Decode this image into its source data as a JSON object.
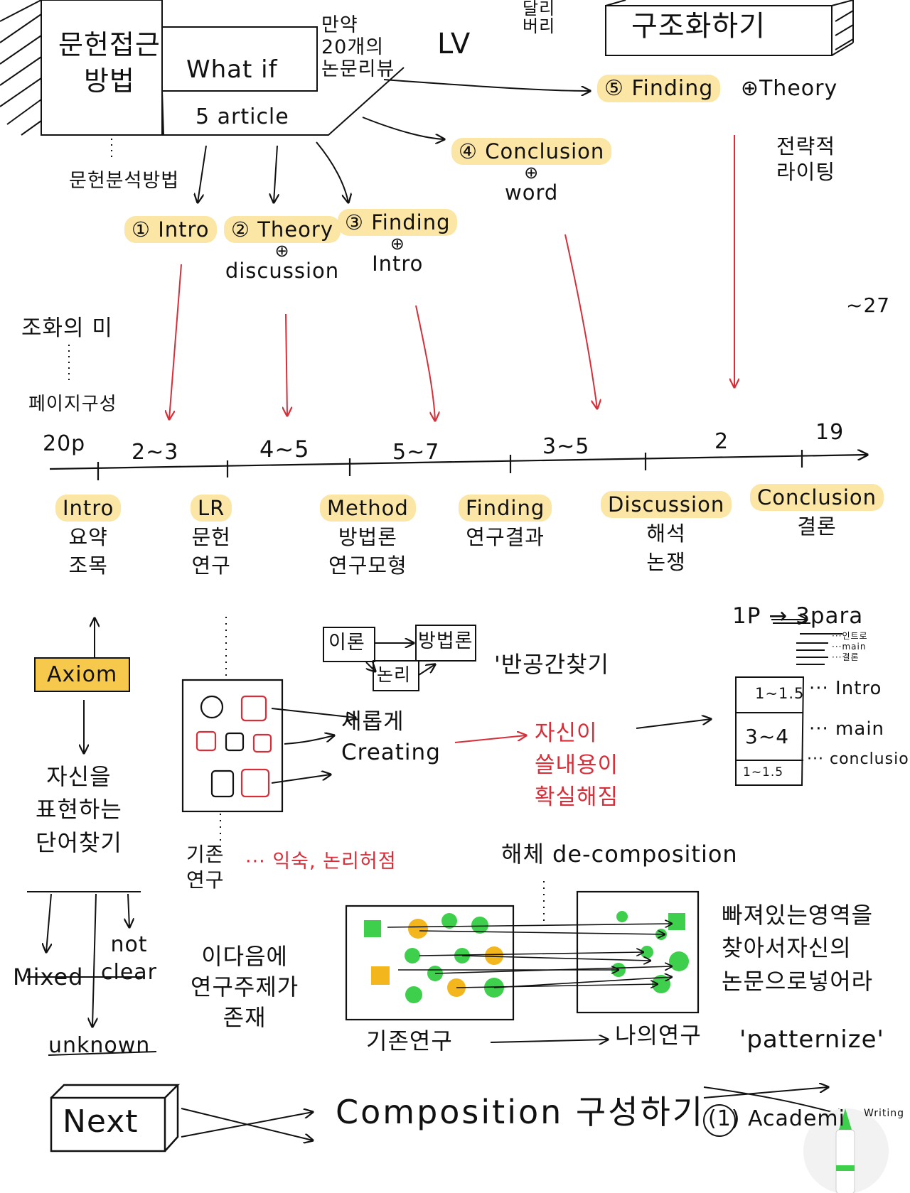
{
  "colors": {
    "ink": "#111111",
    "red": "#d62f3a",
    "highlight": "#fbe6a6",
    "axiom": "#f6c84b",
    "green": "#3ecf4d",
    "yellow": "#f4b61d"
  },
  "top": {
    "method_box": [
      "문헌접근",
      "방법"
    ],
    "what_if": "What if",
    "if_20": [
      "만약",
      "20개의",
      "논문리뷰"
    ],
    "lv": "LV",
    "five_article": "5 article",
    "analysis_method": "문헌분석방법",
    "top_right_small": [
      "달리",
      "버리"
    ],
    "structure_box": "구조화하기",
    "strategic_writing": [
      "전략적",
      "라이팅"
    ],
    "steps": {
      "s1": "① Intro",
      "s2": "② Theory",
      "s2_plus": "⊕",
      "s2_b": "discussion",
      "s3": "③ Finding",
      "s3_plus": "⊕",
      "s3_b": "Intro",
      "s4": "④ Conclusion",
      "s4_plus": "⊕",
      "s4_b": "word",
      "s5": "⑤ Finding",
      "s5_b": "⊕Theory"
    },
    "harmony": "조화의 미",
    "page_composition": "페이지구성",
    "note_27": "~27"
  },
  "timeline": {
    "start": "20p",
    "ranges": [
      "2~3",
      "4~5",
      "5~7",
      "3~5",
      "2",
      "19"
    ],
    "sections": [
      {
        "name": "Intro",
        "sub": [
          "요약",
          "조목"
        ]
      },
      {
        "name": "LR",
        "sub": [
          "문헌",
          "연구"
        ]
      },
      {
        "name": "Method",
        "sub": [
          "방법론",
          "연구모형"
        ]
      },
      {
        "name": "Finding",
        "sub": [
          "연구결과"
        ]
      },
      {
        "name": "Discussion",
        "sub": [
          "해석",
          "논쟁"
        ]
      },
      {
        "name": "Conclusion",
        "sub": [
          "결론"
        ]
      }
    ]
  },
  "middle": {
    "axiom": "Axiom",
    "express_words": [
      "자신을",
      "표현하는",
      "단어찾기"
    ],
    "branches": {
      "mixed": "Mixed",
      "not_clear": [
        "not",
        "clear"
      ],
      "unknown": "unknown"
    },
    "research_topic": [
      "이다음에",
      "연구주제가",
      "존재"
    ],
    "existing_research": [
      "기존",
      "연구"
    ],
    "familiar": "··· 익숙, 논리허점",
    "theory": "이론",
    "methodology": "방법론",
    "logic": "논리",
    "find_gap": "'반공간찾기",
    "new_creating": [
      "새롭게",
      "Creating"
    ],
    "clearer": [
      "자신이",
      "쓸내용이",
      "확실해짐"
    ],
    "one_page": "1P → 3para",
    "para_notes": [
      "···인트로",
      "···main",
      "···결론"
    ],
    "para_rows": [
      {
        "range": "1~1.5",
        "label": "··· Intro"
      },
      {
        "range": "3~4",
        "label": "··· main"
      },
      {
        "range": "1~1.5",
        "label": "··· conclusion"
      }
    ],
    "decomposition": "해체 de-composition",
    "gap_text": [
      "빠져있는영역을",
      "찾아서자신의",
      "논문으로넣어라"
    ],
    "existing_to_mine": {
      "from": "기존연구",
      "to": "나의연구"
    },
    "patternize": "'patternize'"
  },
  "bottom": {
    "next": "Next",
    "composition": "Composition 구성하기",
    "academic": "(1) Academi",
    "writing_tail": "Writing"
  }
}
